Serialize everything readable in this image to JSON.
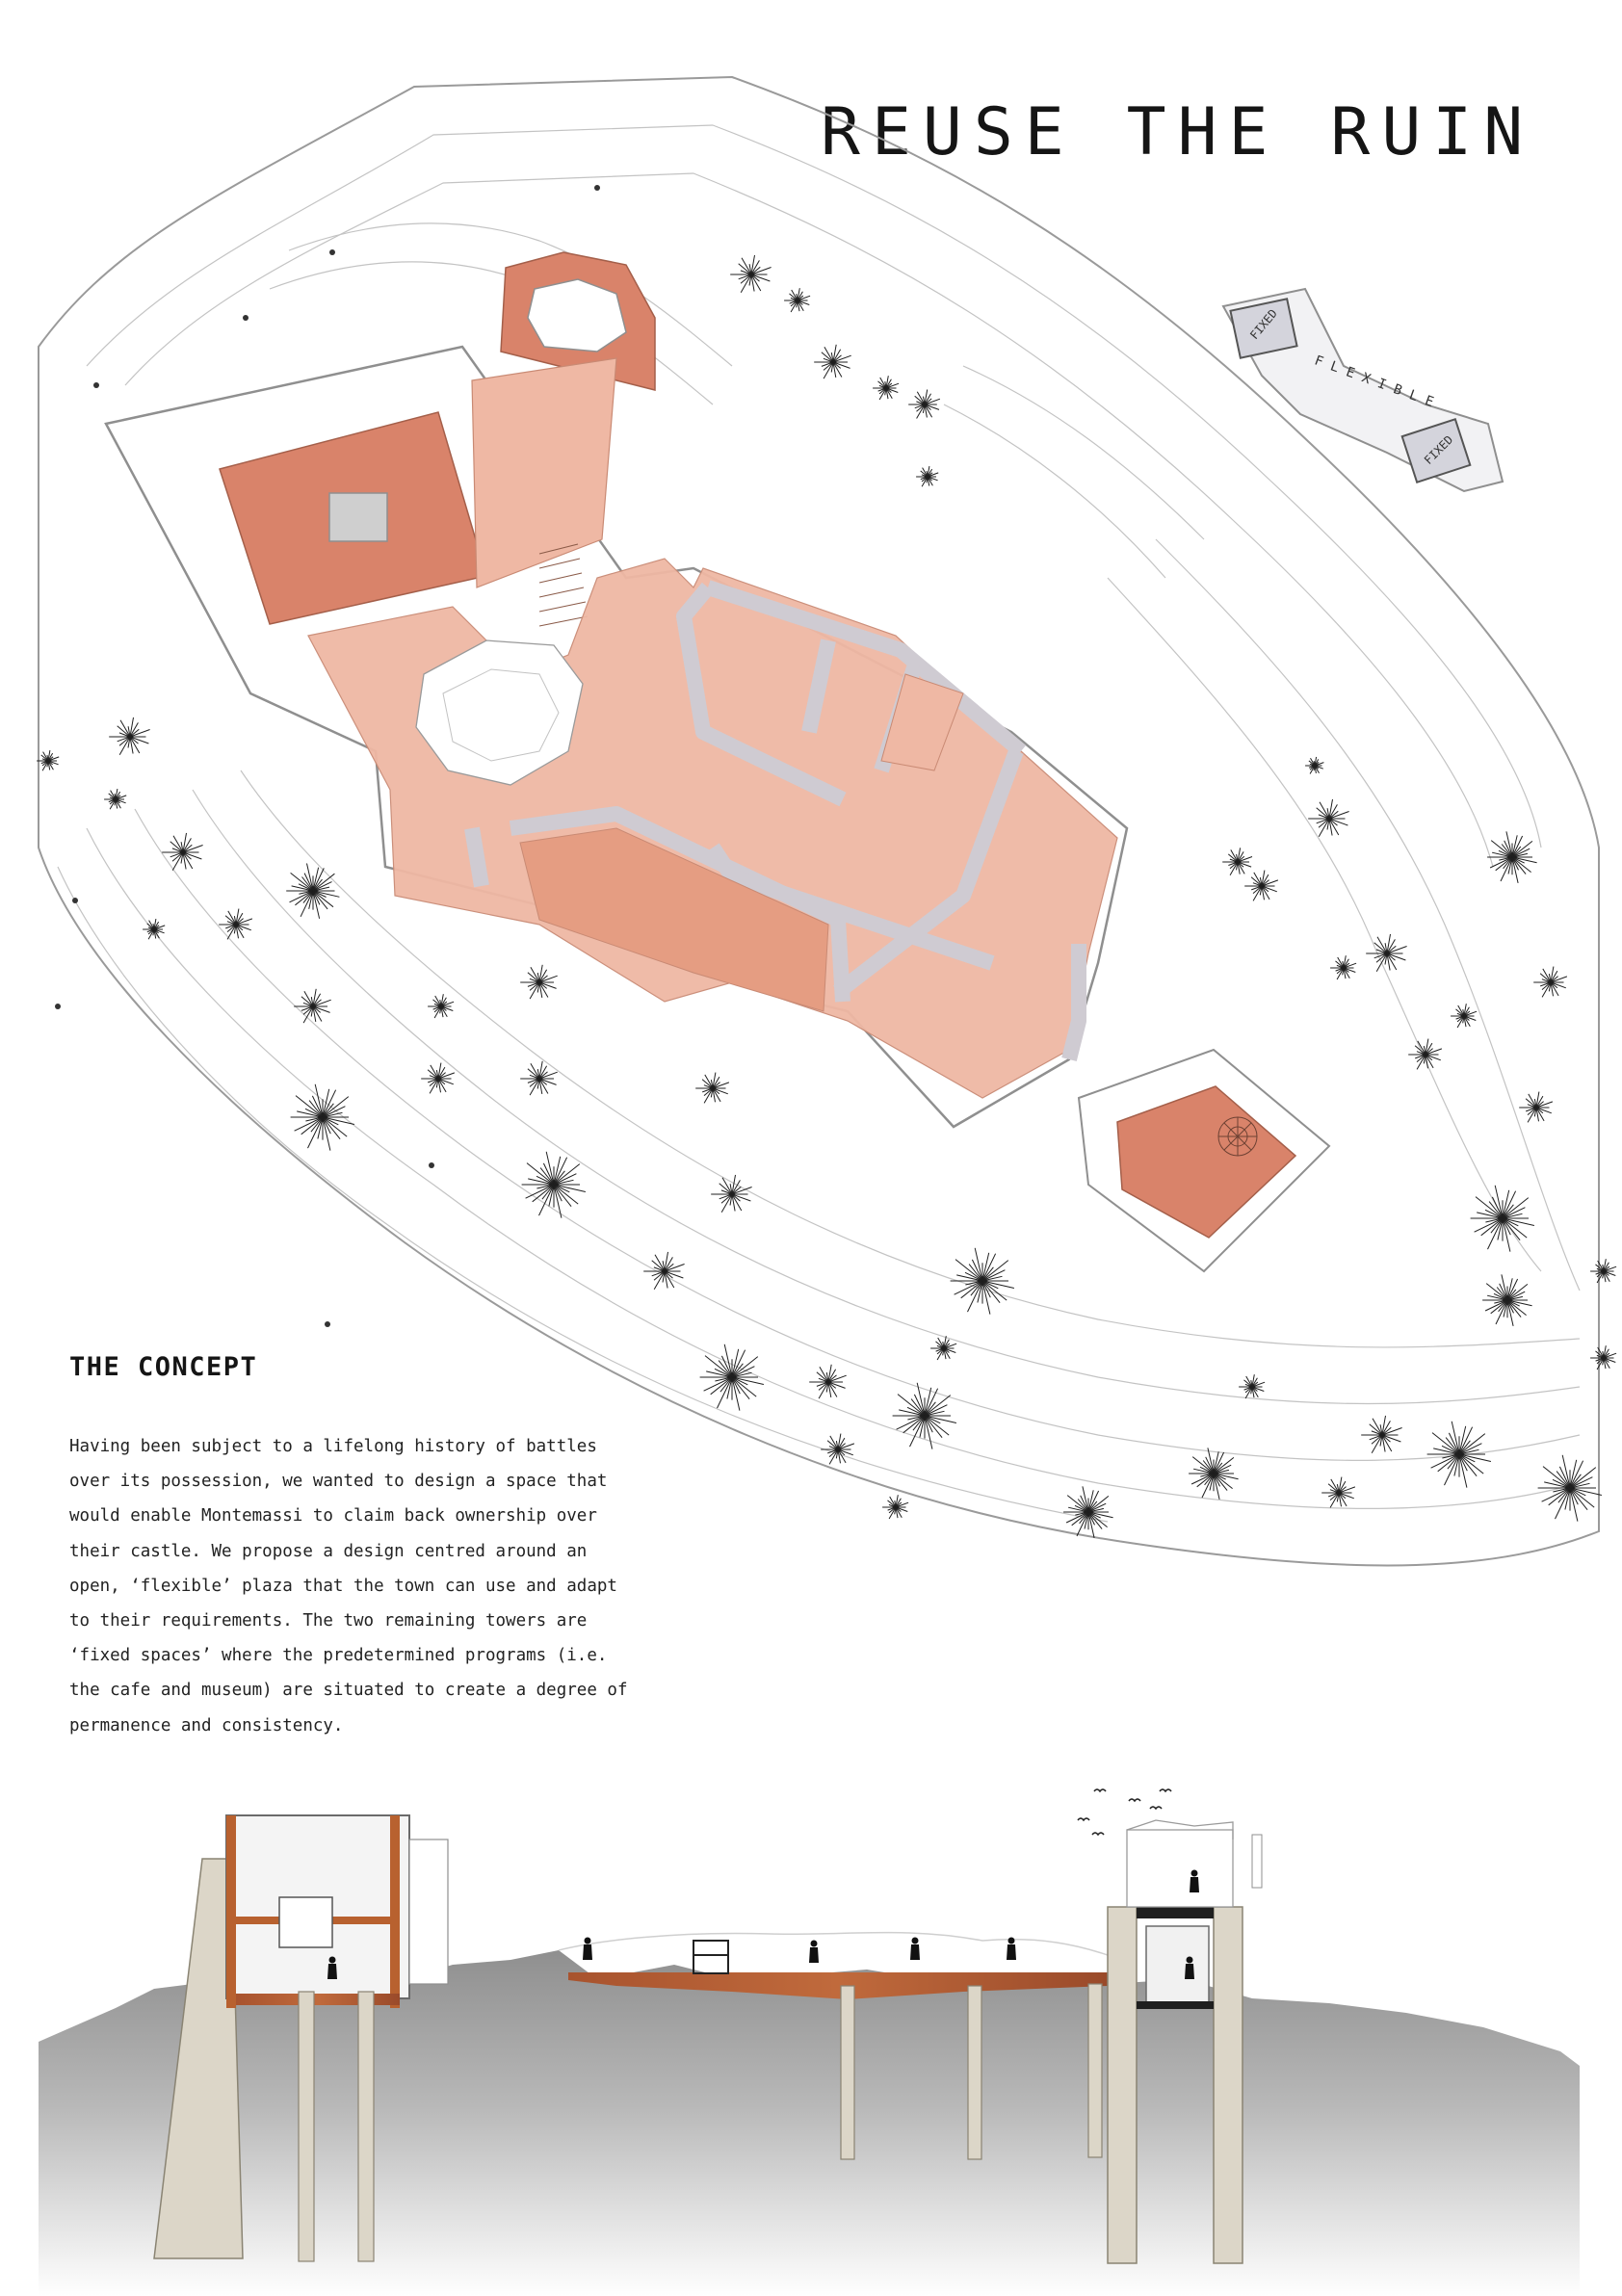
{
  "title": "REUSE THE RUIN",
  "inset_diagram": {
    "fixed_label_1": "FIXED",
    "flexible_label": "FLEXIBLE",
    "fixed_label_2": "FIXED"
  },
  "concept": {
    "heading": "THE CONCEPT",
    "lines": [
      "Having been subject to a lifelong history of battles",
      "over its possession, we wanted to design a space that",
      "would enable Montemassi to claim back ownership over",
      "their castle. We propose a design centred around an",
      "open, ‘flexible’ plaza that the town can use and adapt",
      "to their requirements. The two remaining towers are",
      "‘fixed spaces’ where the predetermined programs (i.e.",
      "the cafe and museum) are situated to create a degree of",
      "permanence and consistency."
    ]
  },
  "colors": {
    "plaza_fill": "#efb8a4",
    "tower_fill": "#d9836a",
    "corridor_fill": "#cfcbd2",
    "contour_line": "#b9b9b9",
    "rust_deck": "#a8532e",
    "ground_shade": "#9e9e9e",
    "concrete_wall": "#dcd6c8"
  },
  "icons": [
    "tree-symbol-icon",
    "person-silhouette-icon",
    "bird-icon"
  ]
}
